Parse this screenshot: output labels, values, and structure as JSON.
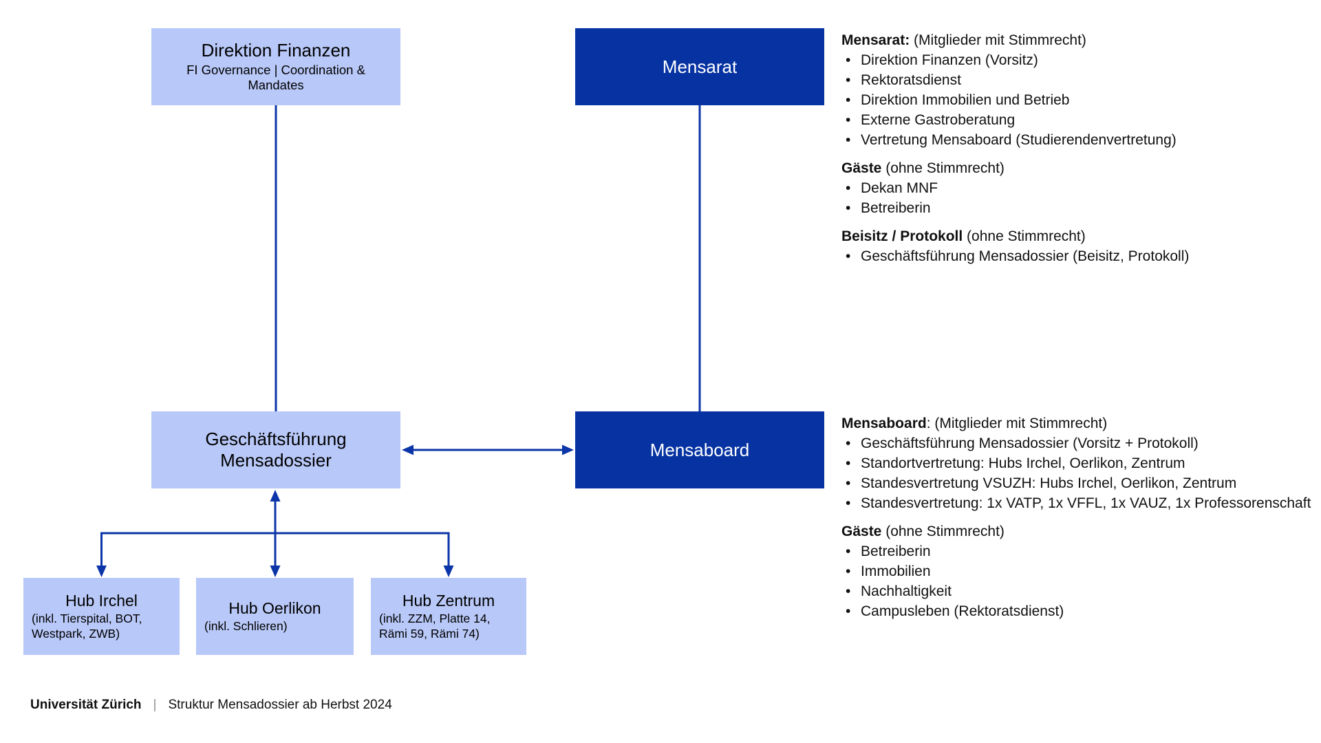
{
  "colors": {
    "dark_blue": "#0632a2",
    "light_blue": "#b8c8f8",
    "line_blue": "#0b35a8",
    "text": "#101010",
    "separator_gray": "#8f8f8f"
  },
  "boxes": {
    "direktion_finanzen": {
      "title": "Direktion Finanzen",
      "subtitle": "FI Governance | Coordination & Mandates"
    },
    "mensarat": {
      "title": "Mensarat"
    },
    "geschaeftsfuehrung": {
      "title": "Geschäftsführung Mensadossier"
    },
    "mensaboard": {
      "title": "Mensaboard"
    },
    "hub_irchel": {
      "title": "Hub Irchel",
      "subtitle": "(inkl. Tierspital, BOT, Westpark, ZWB)"
    },
    "hub_oerlikon": {
      "title": "Hub Oerlikon",
      "subtitle": "(inkl. Schlieren)"
    },
    "hub_zentrum": {
      "title": "Hub Zentrum",
      "subtitle": "(inkl. ZZM, Platte 14, Rämi 59, Rämi 74)"
    }
  },
  "mensarat_panel": {
    "sections": [
      {
        "heading_bold": "Mensarat:",
        "heading_rest": " (Mitglieder mit Stimmrecht)",
        "items": [
          "Direktion Finanzen (Vorsitz)",
          "Rektoratsdienst",
          "Direktion Immobilien und Betrieb",
          "Externe Gastroberatung",
          "Vertretung Mensaboard (Studierendenvertretung)"
        ]
      },
      {
        "heading_bold": "Gäste",
        "heading_rest": " (ohne Stimmrecht)",
        "items": [
          "Dekan MNF",
          "Betreiberin"
        ]
      },
      {
        "heading_bold": "Beisitz / Protokoll",
        "heading_rest": " (ohne Stimmrecht)",
        "items": [
          "Geschäftsführung Mensadossier (Beisitz, Protokoll)"
        ]
      }
    ]
  },
  "mensaboard_panel": {
    "sections": [
      {
        "heading_bold": "Mensaboard",
        "heading_rest": ": (Mitglieder mit Stimmrecht)",
        "items": [
          "Geschäftsführung Mensadossier (Vorsitz + Protokoll)",
          "Standortvertretung: Hubs Irchel, Oerlikon, Zentrum",
          "Standesvertretung VSUZH: Hubs Irchel, Oerlikon, Zentrum",
          "Standesvertretung: 1x VATP, 1x VFFL, 1x VAUZ, 1x Professorenschaft"
        ]
      },
      {
        "heading_bold": "Gäste",
        "heading_rest": " (ohne Stimmrecht)",
        "items": [
          "Betreiberin",
          "Immobilien",
          "Nachhaltigkeit",
          "Campusleben (Rektoratsdienst)"
        ]
      }
    ]
  },
  "footer": {
    "org": "Universität Zürich",
    "separator": "|",
    "title": "Struktur Mensadossier ab Herbst 2024"
  }
}
